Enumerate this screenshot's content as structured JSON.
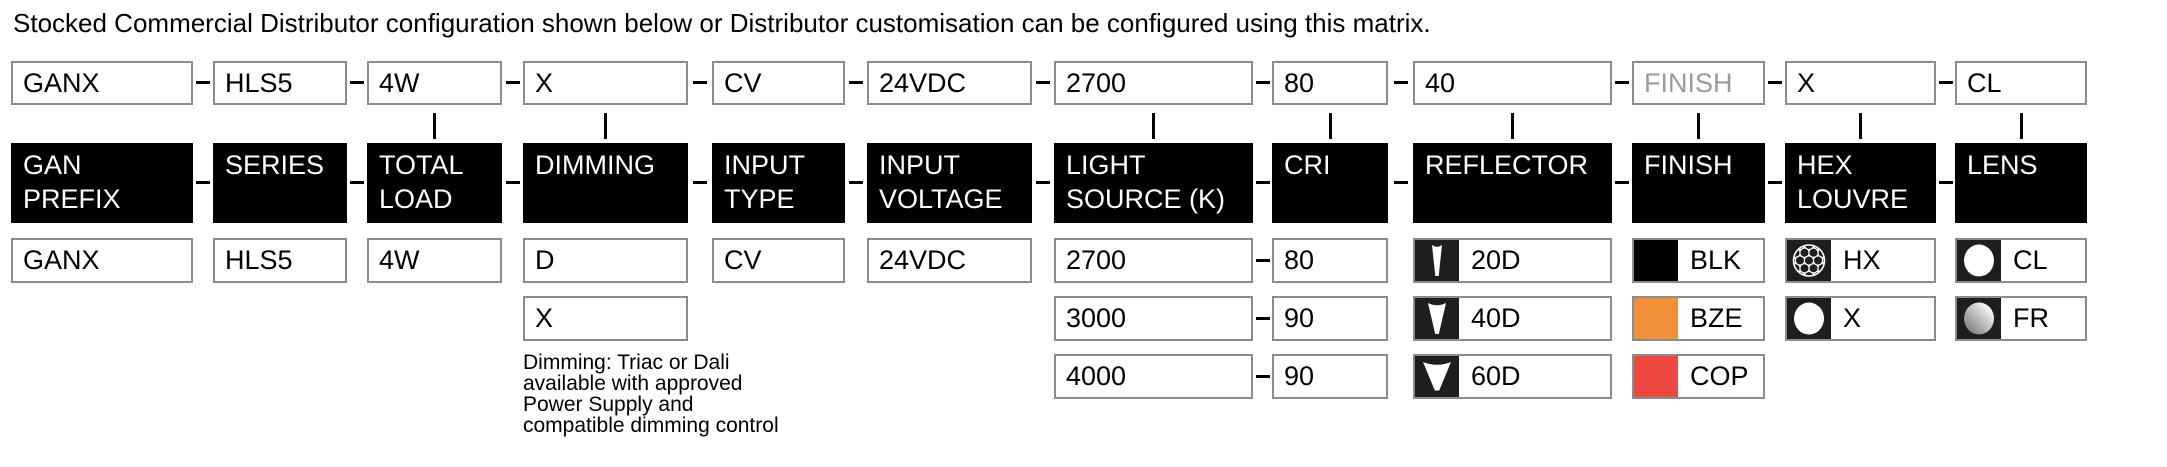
{
  "title": "Stocked Commercial Distributor configuration shown below or Distributor customisation can be configured using this matrix.",
  "top_row": {
    "values": [
      "GANX",
      "HLS5",
      "4W",
      "X",
      "CV",
      "24VDC",
      "2700",
      "80",
      "40",
      "FINISH",
      "X",
      "CL"
    ],
    "placeholder_value": "FINISH",
    "placeholder_text_color": "#9B9B9B"
  },
  "columns": [
    {
      "header": "GAN\nPREFIX",
      "options": [
        {
          "label": "GANX"
        }
      ]
    },
    {
      "header": "SERIES",
      "options": [
        {
          "label": "HLS5"
        }
      ]
    },
    {
      "header": "TOTAL\nLOAD",
      "options": [
        {
          "label": "4W"
        }
      ]
    },
    {
      "header": "DIMMING",
      "options": [
        {
          "label": "D"
        },
        {
          "label": "X"
        }
      ]
    },
    {
      "header": "INPUT\nTYPE",
      "options": [
        {
          "label": "CV"
        }
      ]
    },
    {
      "header": "INPUT\nVOLTAGE",
      "options": [
        {
          "label": "24VDC"
        }
      ]
    },
    {
      "header": "LIGHT\nSOURCE (K)",
      "options": [
        {
          "label": "2700"
        },
        {
          "label": "3000"
        },
        {
          "label": "4000"
        }
      ]
    },
    {
      "header": "CRI",
      "options": [
        {
          "label": "80"
        },
        {
          "label": "90"
        },
        {
          "label": "90"
        }
      ]
    },
    {
      "header": "REFLECTOR",
      "options": [
        {
          "label": "20D",
          "icon": "beam-narrow-icon"
        },
        {
          "label": "40D",
          "icon": "beam-medium-icon"
        },
        {
          "label": "60D",
          "icon": "beam-wide-icon"
        }
      ]
    },
    {
      "header": "FINISH",
      "options": [
        {
          "label": "BLK",
          "swatch": "#000000"
        },
        {
          "label": "BZE",
          "swatch": "#F0913A"
        },
        {
          "label": "COP",
          "swatch": "#EF4840"
        }
      ]
    },
    {
      "header": "HEX\nLOUVRE",
      "options": [
        {
          "label": "HX",
          "icon": "hex-louvre-icon"
        },
        {
          "label": "X",
          "icon": "open-circle-icon"
        }
      ]
    },
    {
      "header": "LENS",
      "options": [
        {
          "label": "CL",
          "icon": "clear-lens-icon"
        },
        {
          "label": "FR",
          "icon": "frosted-lens-icon"
        }
      ]
    }
  ],
  "note": {
    "text": "Dimming: Triac or Dali\navailable with approved\nPower Supply and\ncompatible dimming control"
  },
  "colors": {
    "header_bg": "#000000",
    "header_text": "#FFFFFF",
    "box_border": "#8C8C8C",
    "icon_square_bg": "#1E1E1E",
    "finish_black": "#000000",
    "finish_bronze": "#F0913A",
    "finish_copper": "#EF4840",
    "placeholder_gray": "#9B9B9B"
  }
}
